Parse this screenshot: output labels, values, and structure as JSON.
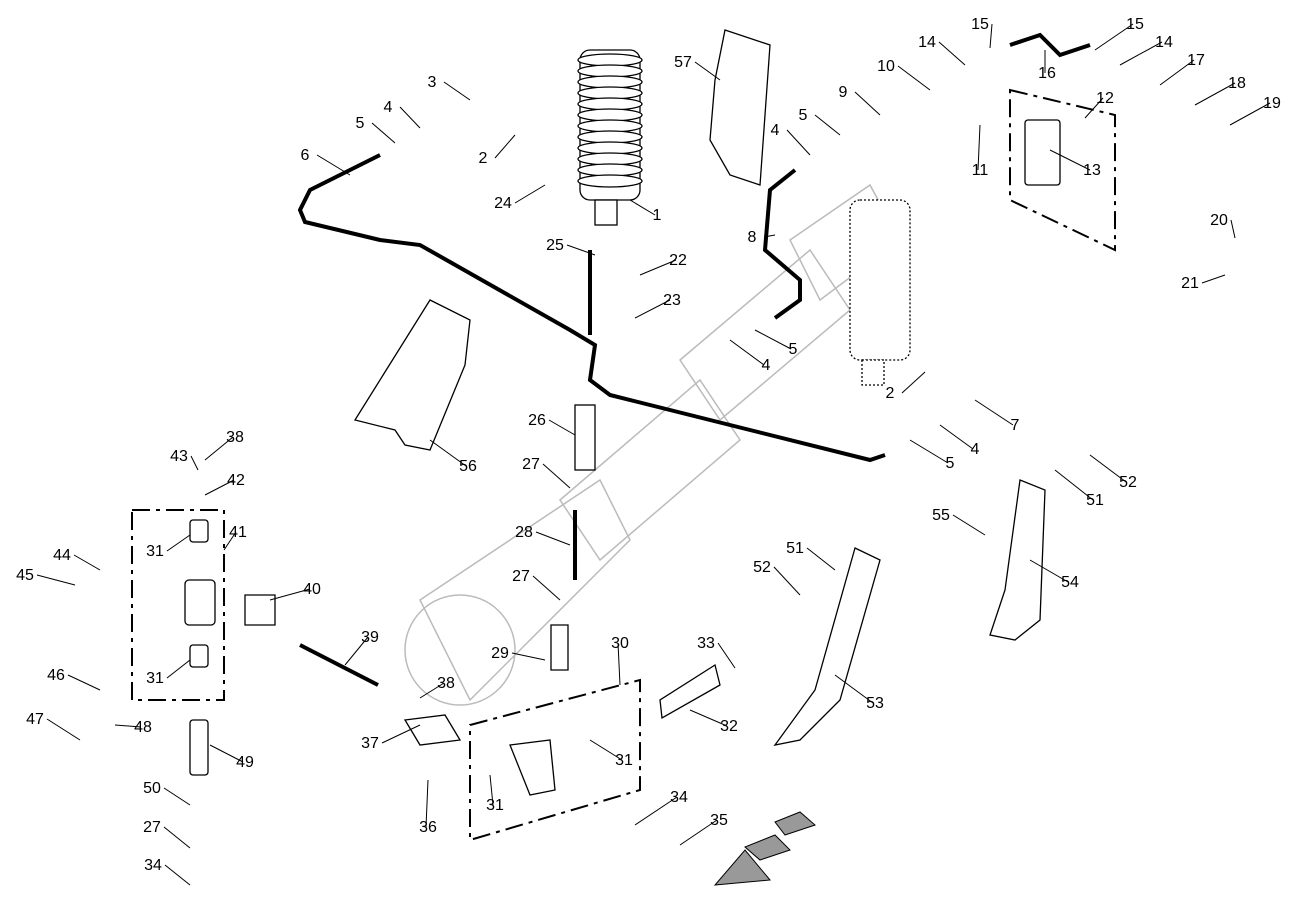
{
  "diagram": {
    "callouts": [
      "1",
      "2",
      "3",
      "4",
      "5",
      "6",
      "24",
      "25",
      "22",
      "23",
      "57",
      "8",
      "4",
      "5",
      "9",
      "10",
      "14",
      "15",
      "16",
      "15",
      "14",
      "17",
      "18",
      "19",
      "12",
      "13",
      "11",
      "20",
      "21",
      "5",
      "4",
      "2",
      "7",
      "4",
      "5",
      "52",
      "51",
      "55",
      "54",
      "51",
      "52",
      "53",
      "26",
      "56",
      "27",
      "28",
      "27",
      "29",
      "30",
      "33",
      "32",
      "31",
      "31",
      "36",
      "37",
      "38",
      "39",
      "34",
      "35",
      "38",
      "43",
      "42",
      "41",
      "31",
      "44",
      "45",
      "40",
      "31",
      "46",
      "47",
      "48",
      "49",
      "50",
      "27",
      "34"
    ],
    "colors": {
      "line": "#000000",
      "watermark": "#bbbbbb",
      "arrow_fill": "#999999"
    }
  }
}
